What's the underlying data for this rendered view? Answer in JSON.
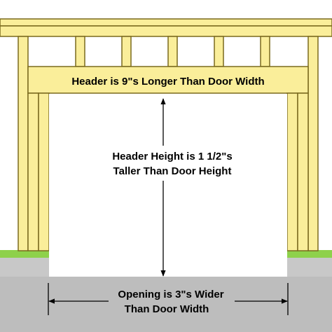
{
  "labels": {
    "header": "Header is 9\"s Longer Than Door Width",
    "header_height_line1": "Header Height is 1 1/2\"s",
    "header_height_line2": "Taller Than Door Height",
    "opening_line1": "Opening is 3\"s Wider",
    "opening_line2": "Than Door Width"
  },
  "colors": {
    "lumber_fill": "#FAEE9A",
    "lumber_stroke": "#7A6A1E",
    "floor": "#C8C8C8",
    "ground": "#BDBDBD",
    "grass": "#8ED14B",
    "opening": "#FFFFFF",
    "dimension_line": "#000000"
  }
}
